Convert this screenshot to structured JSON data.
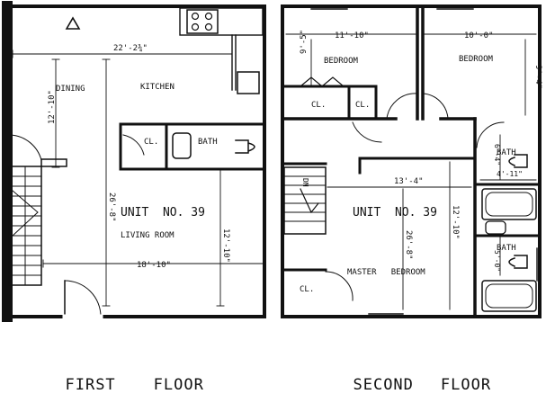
{
  "first_floor": {
    "caption_first": "FIRST",
    "caption_second": "FLOOR",
    "triangle": "Δ",
    "dim_top": "22'-2¾\"",
    "dining": "DINING",
    "kitchen": "KITCHEN",
    "dim_dining": "12'-10\"",
    "closet": "CL.",
    "bath": "BATH",
    "dim_height": "26'-8\"",
    "unit": "UNIT  NO. 39",
    "living_room": "LIVING ROOM",
    "dim_living": "12'-10\"",
    "dim_bottom": "18'-10\""
  },
  "second_floor": {
    "caption_first": "SECOND",
    "caption_second": "FLOOR",
    "dim_left_width": "11'-10\"",
    "dim_right_width": "10'-0\"",
    "bedroom_left": "BEDROOM",
    "bedroom_right": "BEDROOM",
    "dim_left_bed": "9'-5\"",
    "dim_right_bed": "9'-4\"",
    "closet_1": "CL.",
    "closet_2": "CL.",
    "bath_upper": "BATH",
    "dim_bath_h": "6'-4\"",
    "dim_bath_w": "4'-11\"",
    "down": "DN",
    "dim_mid": "13'-4\"",
    "unit": "UNIT  NO. 39",
    "dim_height": "26'-8\"",
    "dim_master": "12'-10\"",
    "bath_lower": "BATH",
    "dim_bath2": "5'-0\"",
    "master_bedroom": "MASTER   BEDROOM",
    "closet_3": "CL."
  }
}
